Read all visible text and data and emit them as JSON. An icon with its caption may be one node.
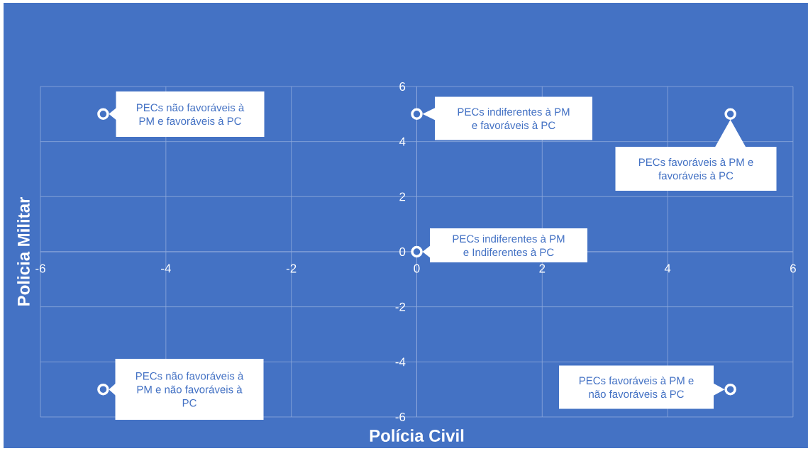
{
  "diagram": {
    "chart_data": {
      "type": "scatter",
      "xlabel": "Polícia Civil",
      "ylabel": "Policia Militar",
      "x": [
        -5,
        0,
        5,
        0,
        -5,
        5
      ],
      "series": [
        {
          "color": "#ffffff",
          "values": [
            5,
            5,
            5,
            0,
            -5,
            -5
          ]
        }
      ],
      "xlim": [
        -6,
        6
      ],
      "ylim": [
        -6,
        6
      ],
      "grid": true,
      "xticks": [
        {
          "value": -6,
          "label": "-6"
        },
        {
          "value": -4,
          "label": "-4"
        },
        {
          "value": -2,
          "label": "-2"
        },
        {
          "value": 0,
          "label": "0"
        },
        {
          "value": 2,
          "label": "2"
        },
        {
          "value": 4,
          "label": "4"
        },
        {
          "value": 6,
          "label": "6"
        }
      ],
      "yticks": [
        {
          "value": -6,
          "label": "-6"
        },
        {
          "value": -4,
          "label": "-4"
        },
        {
          "value": -2,
          "label": "-2"
        },
        {
          "value": 0,
          "label": "0"
        },
        {
          "value": 2,
          "label": "2"
        },
        {
          "value": 4,
          "label": "4"
        },
        {
          "value": 6,
          "label": "6"
        }
      ],
      "annotations": [
        "PECs não favoráveis à PM e favoráveis à PC",
        "PECs indiferentes à PM e favoráveis à PC",
        "PECs favoráveis à PM e favoráveis à PC",
        "PECs indiferentes à PM e Indiferentes à PC",
        "PECs não favoráveis à PM e não favoráveis à PC",
        "PECs favoráveis à PM e não favoráveis à PC"
      ]
    }
  }
}
